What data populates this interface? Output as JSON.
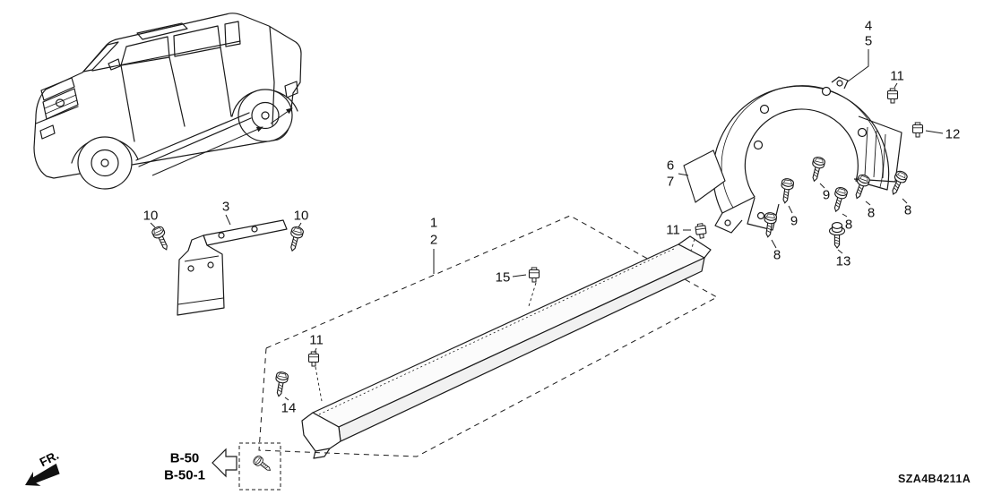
{
  "diagram_code": "SZA4B4211A",
  "direction_label": "FR.",
  "reference": {
    "label_top": "B-50",
    "label_bottom": "B-50-1"
  },
  "callouts": [
    "1",
    "2",
    "3",
    "4",
    "5",
    "6",
    "7",
    "8",
    "8",
    "8",
    "8",
    "9",
    "9",
    "10",
    "10",
    "11",
    "11",
    "11",
    "12",
    "13",
    "14",
    "15"
  ],
  "colors": {
    "line": "#1a1a1a",
    "background": "#ffffff"
  }
}
